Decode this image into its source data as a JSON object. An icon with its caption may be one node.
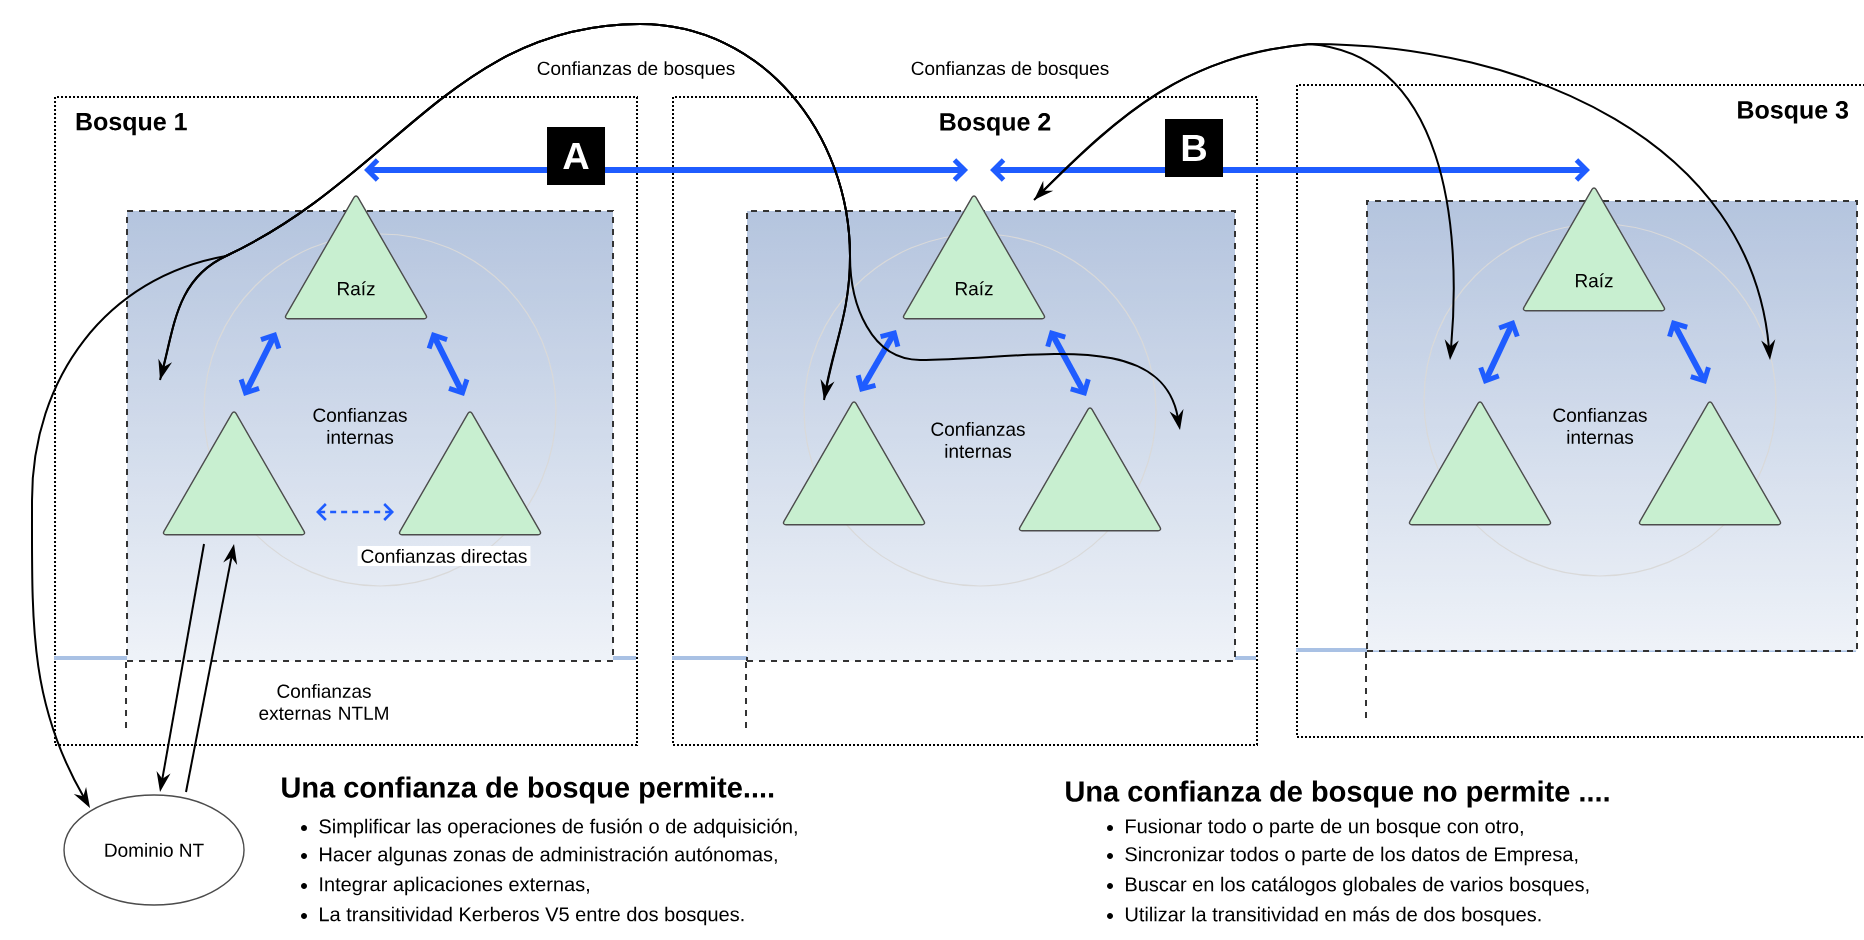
{
  "diagram": {
    "nodes": [
      {
        "text": [
          "Bosque 1"
        ]
      },
      {
        "text": [],
        "shape": "box",
        "in": 0
      },
      {
        "text": [
          "Raíz"
        ],
        "in": 1
      },
      {
        "text": [],
        "shape": "triangle",
        "in": 1
      },
      {
        "text": [],
        "shape": "triangle",
        "in": 1
      },
      {
        "text": [
          "Bosque 2"
        ]
      },
      {
        "text": [],
        "shape": "box",
        "in": 5
      },
      {
        "text": [
          "Raíz"
        ],
        "in": 6
      },
      {
        "text": [],
        "shape": "triangle",
        "in": 6
      },
      {
        "text": [],
        "shape": "triangle",
        "in": 6
      },
      {
        "text": [
          "Bosque 3"
        ]
      },
      {
        "text": [],
        "shape": "box",
        "in": 10
      },
      {
        "text": [
          "Raíz"
        ],
        "in": 11
      },
      {
        "text": [],
        "shape": "triangle",
        "in": 11
      },
      {
        "text": [],
        "shape": "triangle",
        "in": 11
      },
      {
        "text": [
          "Dominio NT"
        ]
      }
    ],
    "edges": [
      {
        "from": 2,
        "to": 7,
        "arrow": "both",
        "label": "A",
        "style": "thick",
        "color": "#1f5cff"
      },
      {
        "from": 7,
        "to": 12,
        "arrow": "both",
        "label": "B",
        "style": "thick",
        "color": "#1f5cff"
      },
      {
        "from": 2,
        "to": 3,
        "arrow": "both",
        "style": "thick",
        "color": "#1f5cff"
      },
      {
        "from": 2,
        "to": 4,
        "arrow": "both",
        "style": "thick",
        "color": "#1f5cff"
      },
      {
        "from": 3,
        "to": 4,
        "arrow": "both",
        "label": "Confianzas directas",
        "style": "dashed",
        "color": "#1f5cff"
      },
      {
        "from": 7,
        "to": 8,
        "arrow": "both",
        "style": "thick",
        "color": "#1f5cff"
      },
      {
        "from": 7,
        "to": 9,
        "arrow": "both",
        "style": "thick",
        "color": "#1f5cff"
      },
      {
        "from": 12,
        "to": 13,
        "arrow": "both",
        "style": "thick",
        "color": "#1f5cff"
      },
      {
        "from": 12,
        "to": 14,
        "arrow": "both",
        "style": "thick",
        "color": "#1f5cff"
      },
      {
        "from": 3,
        "to": 8,
        "arrow": "both",
        "label": "Confianzas de bosques",
        "color": "#000000"
      },
      {
        "from": 3,
        "to": 9,
        "arrow": "to",
        "color": "#000000"
      },
      {
        "from": 8,
        "to": 15,
        "arrow": "to",
        "color": "#000000"
      },
      {
        "from": 7,
        "to": 13,
        "arrow": "both",
        "label": "Confianzas de bosques",
        "color": "#000000"
      },
      {
        "from": 7,
        "to": 14,
        "arrow": "to",
        "color": "#000000"
      },
      {
        "from": 3,
        "to": 15,
        "arrow": "to",
        "color": "#000000"
      },
      {
        "from": 15,
        "to": 3,
        "arrow": "to",
        "color": "#000000"
      }
    ],
    "labels": [
      "Confianzas internas",
      "Confianzas internas",
      "Confianzas internas",
      "Confianzas externas NTLM",
      "Una confianza de bosque permite....",
      "Simplificar las operaciones de fusión o de adquisición,",
      "Hacer algunas zonas de administración autónomas,",
      "Integrar aplicaciones externas,",
      "La transitividad Kerberos V5 entre dos bosques.",
      "Una confianza de bosque no permite ....",
      "Fusionar todo o parte de un bosque con otro,",
      "Sincronizar todos o parte de los datos de Empresa,",
      "Buscar en los catálogos globales de varios bosques,",
      "Utilizar la transitividad en más de dos bosques."
    ]
  }
}
